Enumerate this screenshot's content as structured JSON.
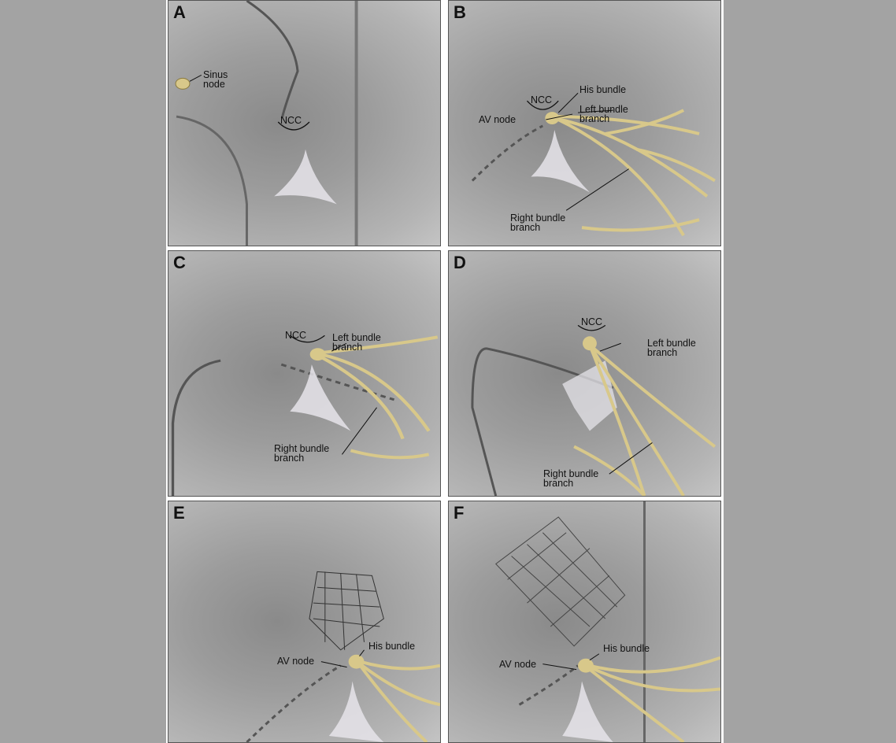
{
  "colors": {
    "conduction": "#d8c88a",
    "background": "#a3a3a3",
    "valve": "#e6e4ea"
  },
  "panels": [
    {
      "letter": "A",
      "labels": {
        "sinus_node": "Sinus\nnode",
        "ncc": "NCC"
      }
    },
    {
      "letter": "B",
      "labels": {
        "ncc": "NCC",
        "his": "His bundle",
        "av": "AV node",
        "lbb": "Left bundle\nbranch",
        "rbb": "Right bundle\nbranch"
      }
    },
    {
      "letter": "C",
      "labels": {
        "ncc": "NCC",
        "lbb": "Left bundle\nbranch",
        "rbb": "Right bundle\nbranch"
      }
    },
    {
      "letter": "D",
      "labels": {
        "ncc": "NCC",
        "lbb": "Left bundle\nbranch",
        "rbb": "Right bundle\nbranch"
      }
    },
    {
      "letter": "E",
      "labels": {
        "av": "AV node",
        "his": "His bundle"
      }
    },
    {
      "letter": "F",
      "labels": {
        "av": "AV node",
        "his": "His bundle"
      }
    }
  ]
}
